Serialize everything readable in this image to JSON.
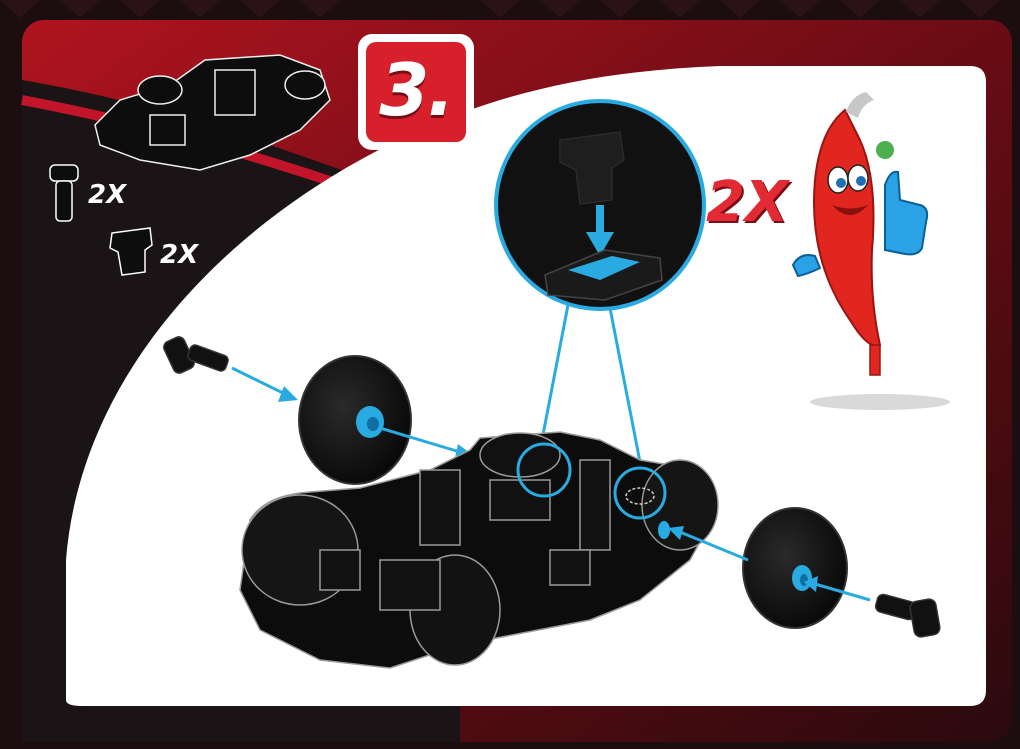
{
  "step": {
    "number_label": "3."
  },
  "parts_list": {
    "items": [
      {
        "name": "axle-pin",
        "qty_label": "2X"
      },
      {
        "name": "axle-cap",
        "qty_label": "2X"
      }
    ]
  },
  "detail_callout": {
    "qty_label": "2X"
  },
  "colors": {
    "accent_red": "#d7202c",
    "accent_blue": "#29abe2",
    "panel": "#ffffff",
    "parts": "#111111"
  },
  "icons": {
    "badge": "step-number-badge",
    "mascot": "chili-pepper-mascot-icon",
    "arrows": "assembly-arrow-icon"
  }
}
